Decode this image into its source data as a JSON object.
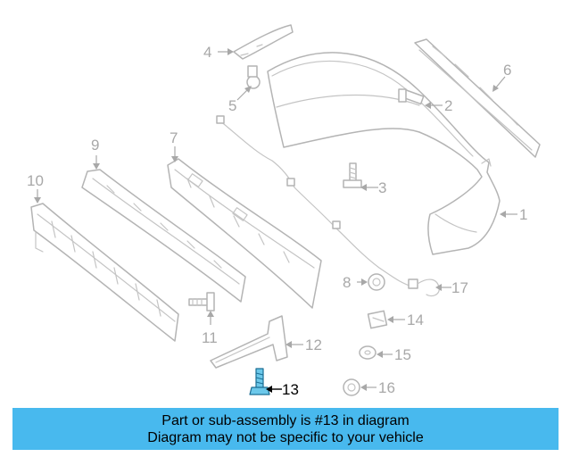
{
  "diagram": {
    "callouts": [
      {
        "id": "1",
        "label": "1"
      },
      {
        "id": "2",
        "label": "2"
      },
      {
        "id": "3",
        "label": "3"
      },
      {
        "id": "4",
        "label": "4"
      },
      {
        "id": "5",
        "label": "5"
      },
      {
        "id": "6",
        "label": "6"
      },
      {
        "id": "7",
        "label": "7"
      },
      {
        "id": "8",
        "label": "8"
      },
      {
        "id": "9",
        "label": "9"
      },
      {
        "id": "10",
        "label": "10"
      },
      {
        "id": "11",
        "label": "11"
      },
      {
        "id": "12",
        "label": "12"
      },
      {
        "id": "13",
        "label": "13"
      },
      {
        "id": "14",
        "label": "14"
      },
      {
        "id": "15",
        "label": "15"
      },
      {
        "id": "16",
        "label": "16"
      },
      {
        "id": "17",
        "label": "17"
      }
    ],
    "highlighted_part": "13"
  },
  "banner": {
    "line1": "Part or sub-assembly is #13 in diagram",
    "line2": "Diagram may not be specific to your vehicle",
    "background_color": "#48b9ee"
  }
}
